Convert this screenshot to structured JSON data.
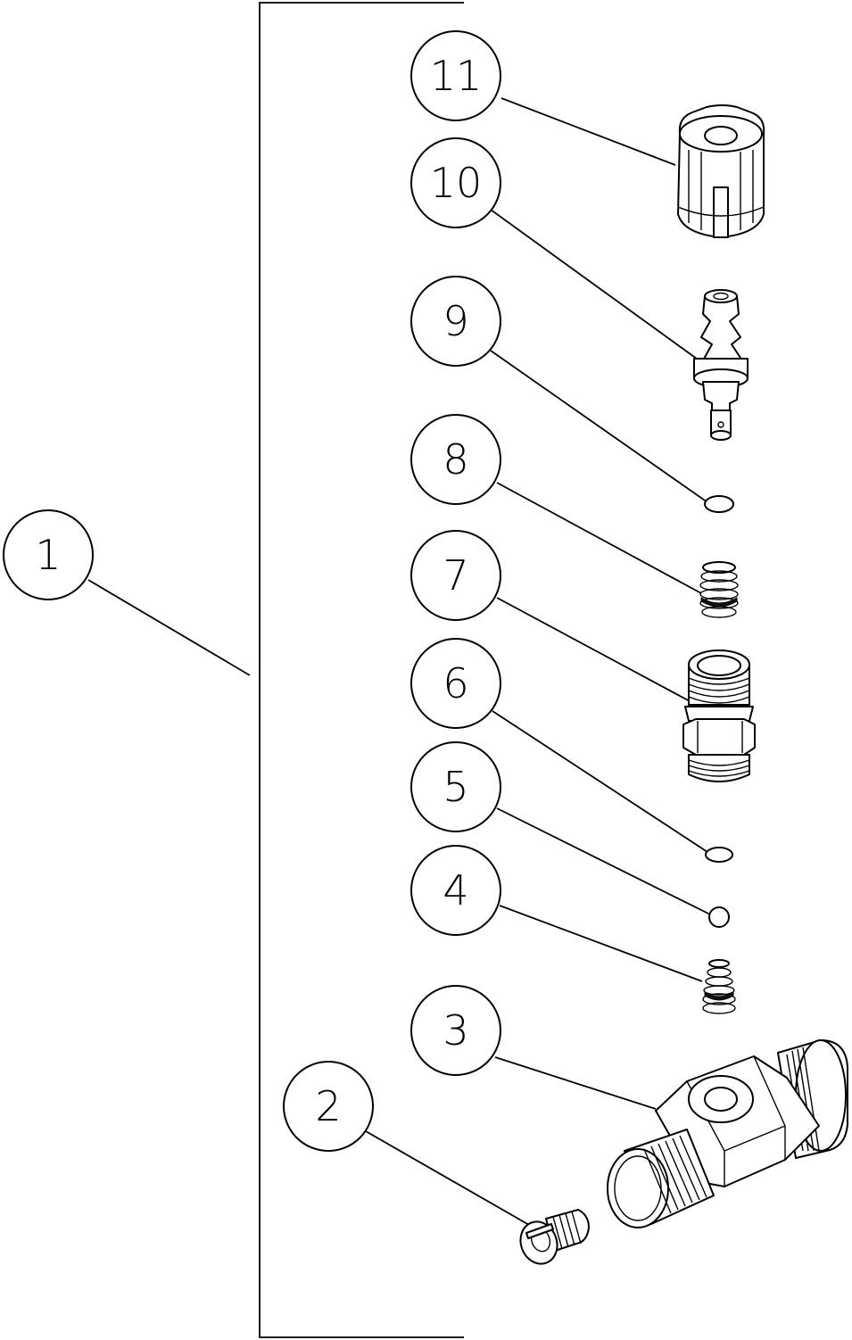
{
  "diagram": {
    "balloons": [
      {
        "id": "b1",
        "label": "1"
      },
      {
        "id": "b2",
        "label": "2"
      },
      {
        "id": "b3",
        "label": "3"
      },
      {
        "id": "b4",
        "label": "4"
      },
      {
        "id": "b5",
        "label": "5"
      },
      {
        "id": "b6",
        "label": "6"
      },
      {
        "id": "b7",
        "label": "7"
      },
      {
        "id": "b8",
        "label": "8"
      },
      {
        "id": "b9",
        "label": "9"
      },
      {
        "id": "b10",
        "label": "10"
      },
      {
        "id": "b11",
        "label": "11"
      }
    ],
    "parts": [
      {
        "balloon": "11",
        "icon": "knurled-cap-nut-icon"
      },
      {
        "balloon": "10",
        "icon": "hose-barb-fitting-icon"
      },
      {
        "balloon": "9",
        "icon": "o-ring-icon"
      },
      {
        "balloon": "8",
        "icon": "coil-spring-icon"
      },
      {
        "balloon": "7",
        "icon": "threaded-valve-body-icon"
      },
      {
        "balloon": "6",
        "icon": "o-ring-icon"
      },
      {
        "balloon": "5",
        "icon": "check-ball-icon"
      },
      {
        "balloon": "4",
        "icon": "conical-spring-icon"
      },
      {
        "balloon": "3",
        "icon": "injection-tee-icon"
      },
      {
        "balloon": "2",
        "icon": "slotted-screw-icon"
      }
    ]
  }
}
